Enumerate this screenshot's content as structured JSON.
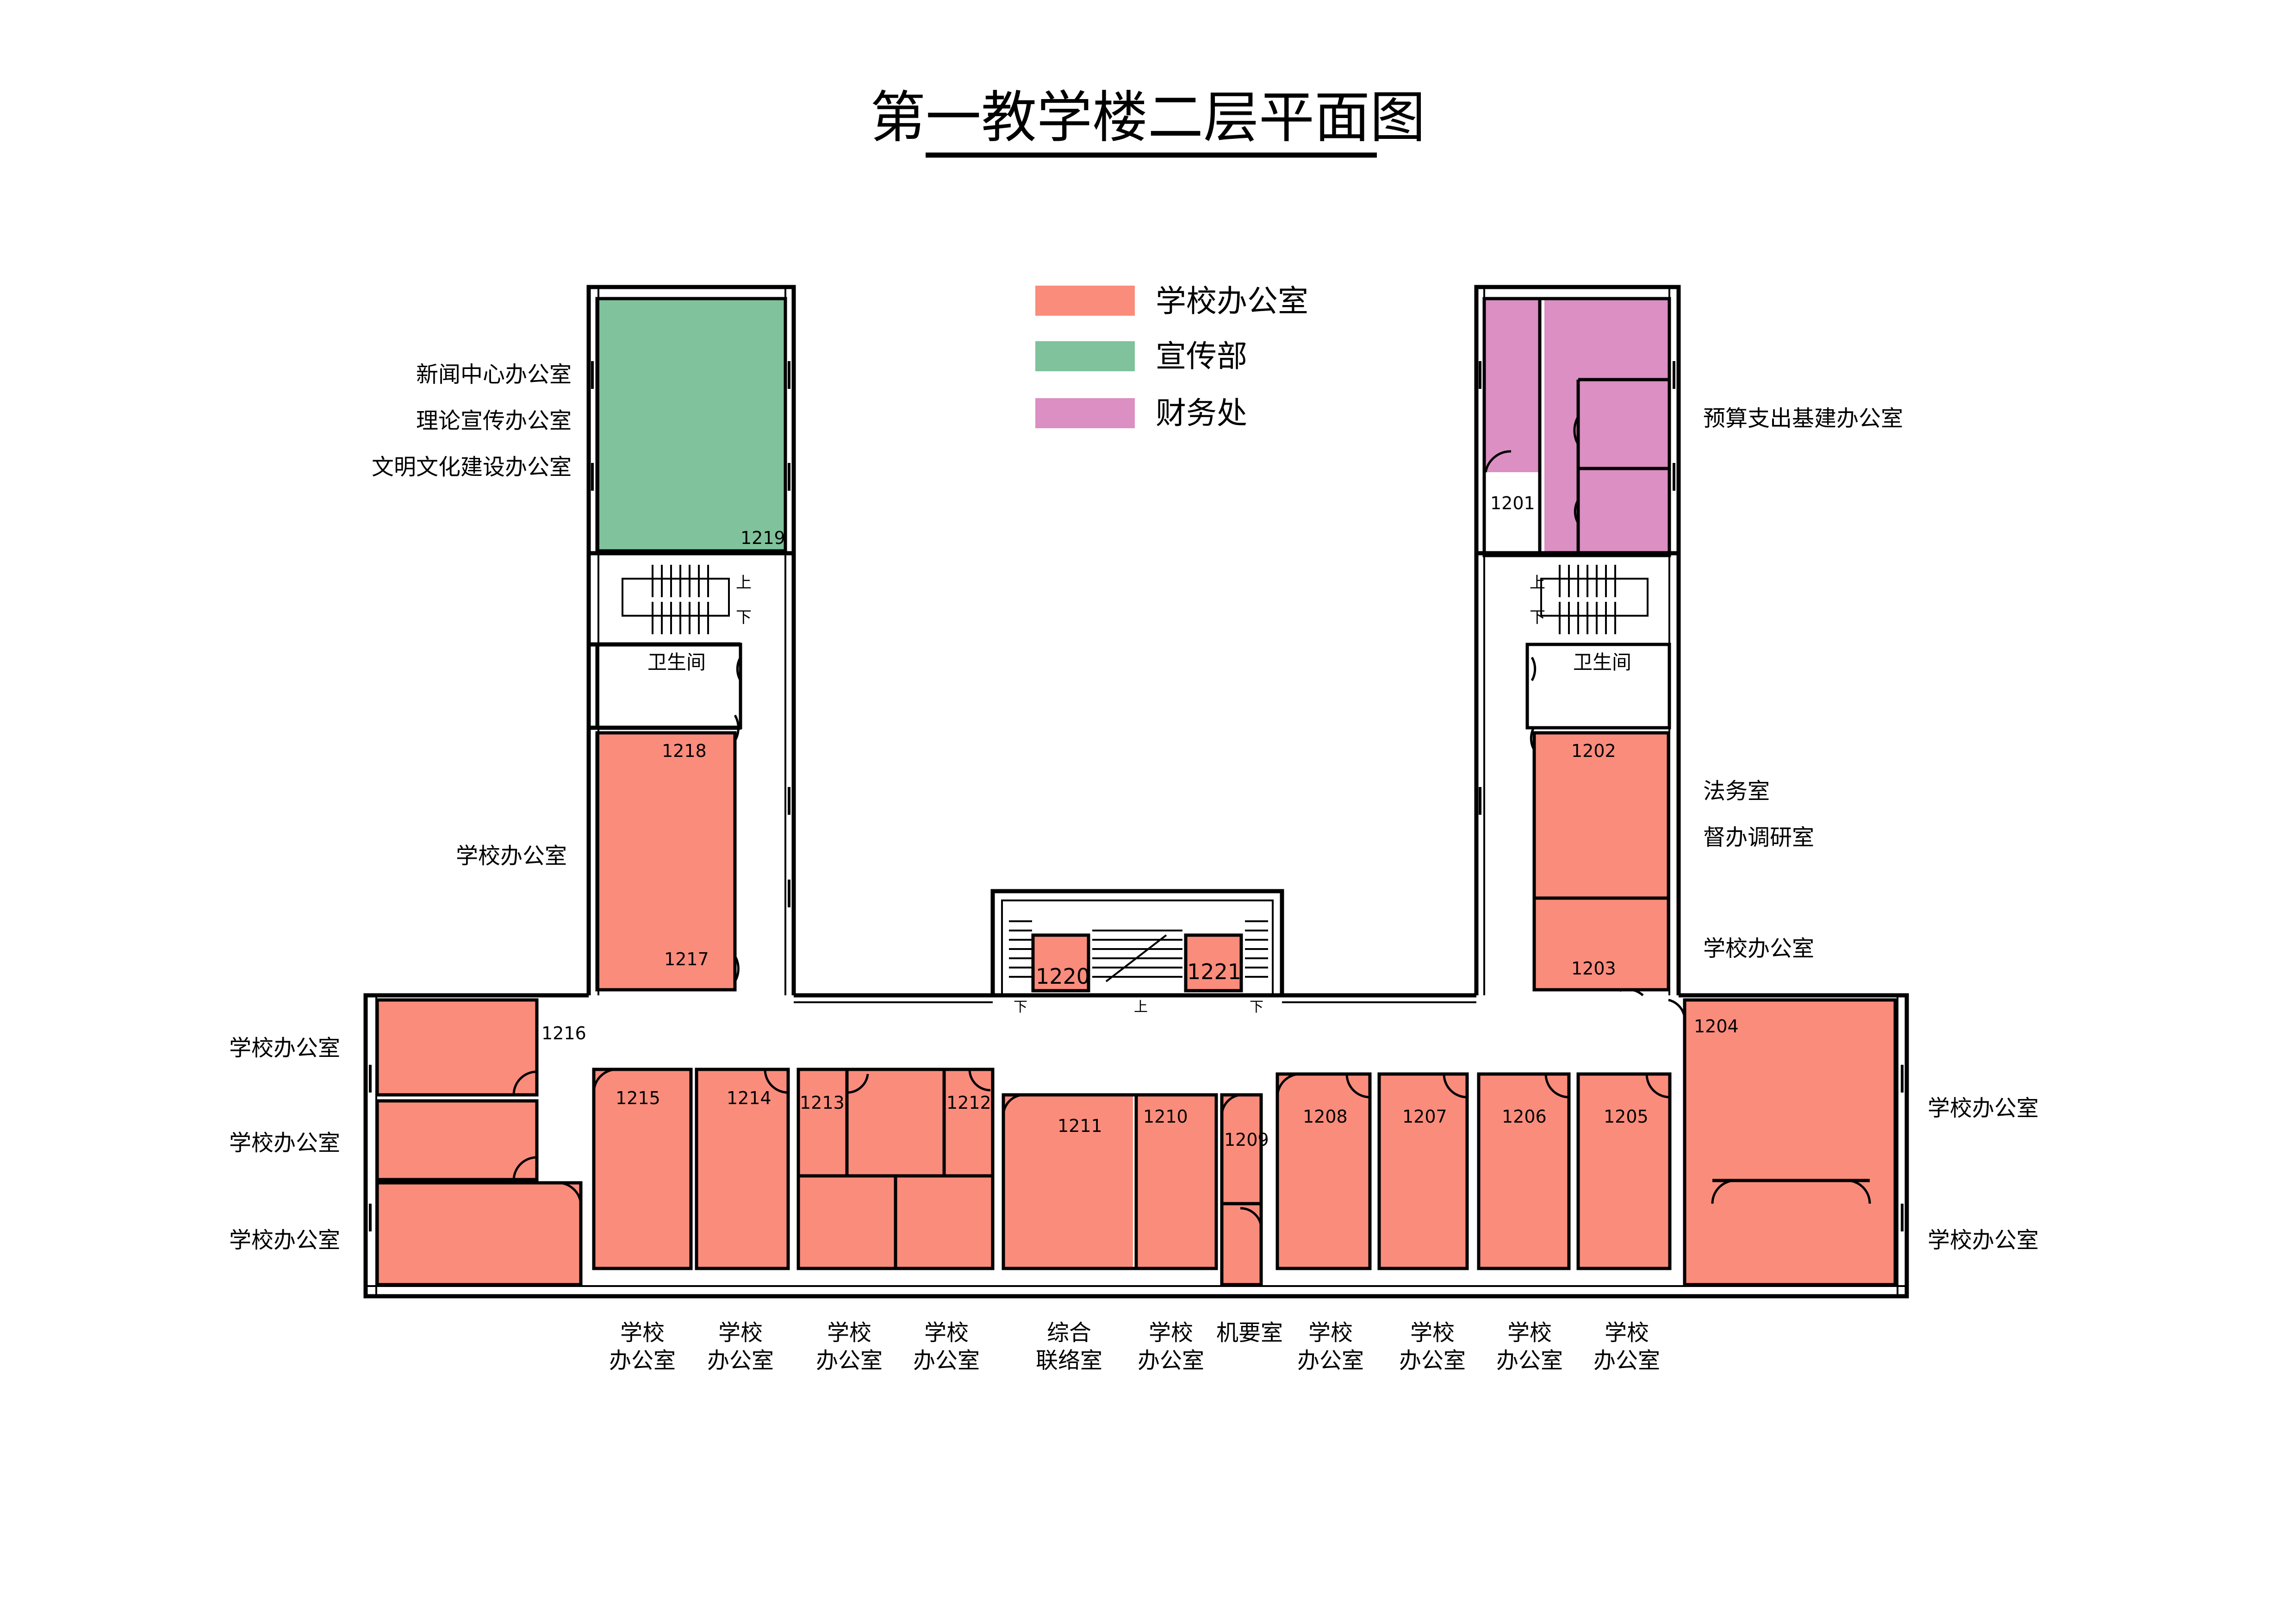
{
  "title": "第一教学楼二层平面图",
  "colors": {
    "school_office": "#FA8C7C",
    "publicity": "#7FC29B",
    "finance": "#DB8FC3",
    "wall": "#000000"
  },
  "legend": [
    {
      "label": "学校办公室",
      "color_key": "school_office"
    },
    {
      "label": "宣传部",
      "color_key": "publicity"
    },
    {
      "label": "财务处",
      "color_key": "finance"
    }
  ],
  "room_numbers": {
    "r1201": "1201",
    "r1202": "1202",
    "r1203": "1203",
    "r1204": "1204",
    "r1205": "1205",
    "r1206": "1206",
    "r1207": "1207",
    "r1208": "1208",
    "r1209": "1209",
    "r1210": "1210",
    "r1211": "1211",
    "r1212": "1212",
    "r1213": "1213",
    "r1214": "1214",
    "r1215": "1215",
    "r1216": "1216",
    "r1217": "1217",
    "r1218": "1218",
    "r1219": "1219",
    "r1220": "1220",
    "r1221": "1221"
  },
  "room_labels": {
    "toilet": "卫生间",
    "news_center": "新闻中心办公室",
    "theory": "理论宣传办公室",
    "civilization": "文明文化建设办公室",
    "budget": "预算支出基建办公室",
    "legal": "法务室",
    "supervision": "督办调研室",
    "school_office": "学校办公室",
    "school": "学校",
    "office": "办公室",
    "comprehensive": "综合",
    "liaison": "联络室",
    "confidential": "机要室"
  },
  "stair_marks": {
    "up": "上",
    "down": "下"
  }
}
